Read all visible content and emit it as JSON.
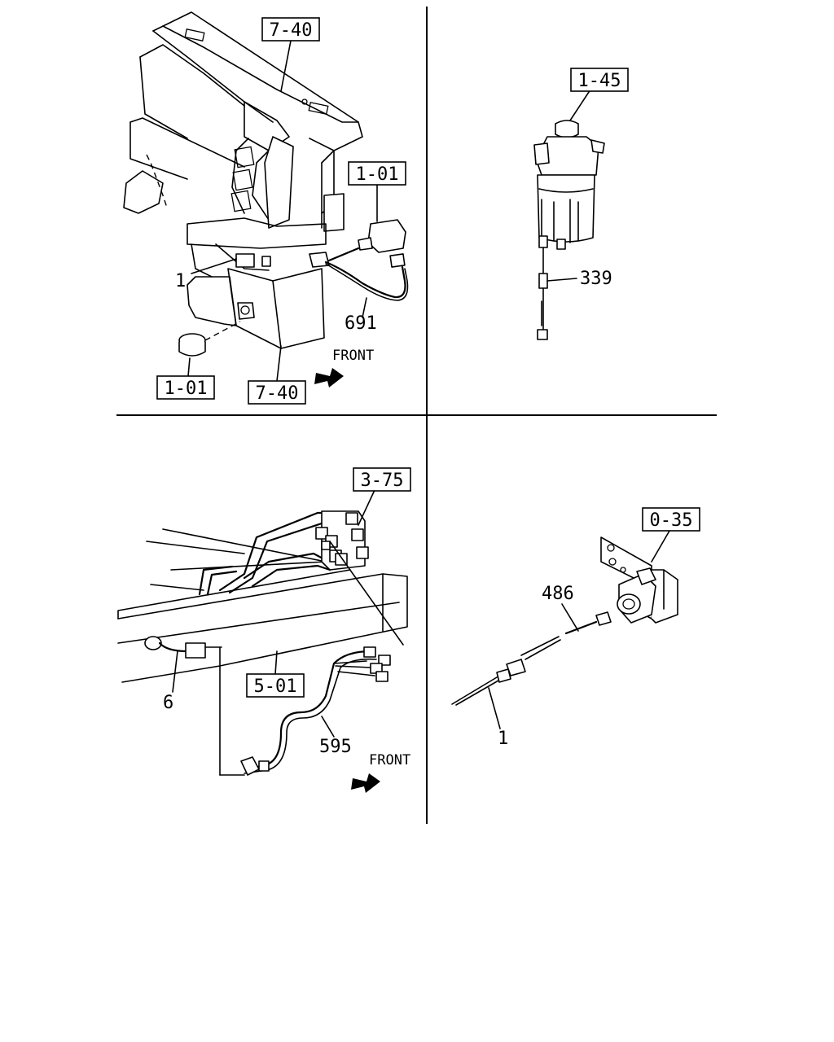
{
  "panels": {
    "top_left": {
      "refs": {
        "dash_top": "7-40",
        "switch_upper": "1-01",
        "switch_lower": "1-01",
        "bracket_lower": "7-40"
      },
      "parts": {
        "connector": "1",
        "harness": "691"
      },
      "direction": "FRONT"
    },
    "top_right": {
      "refs": {
        "unit": "1-45"
      },
      "parts": {
        "plug": "339"
      }
    },
    "bottom_left": {
      "refs": {
        "valve": "3-75",
        "frame": "5-01"
      },
      "parts": {
        "grommet": "6",
        "harness": "595"
      },
      "direction": "FRONT"
    },
    "bottom_right": {
      "refs": {
        "bracket": "0-35"
      },
      "parts": {
        "lead": "486",
        "wire": "1"
      }
    }
  }
}
